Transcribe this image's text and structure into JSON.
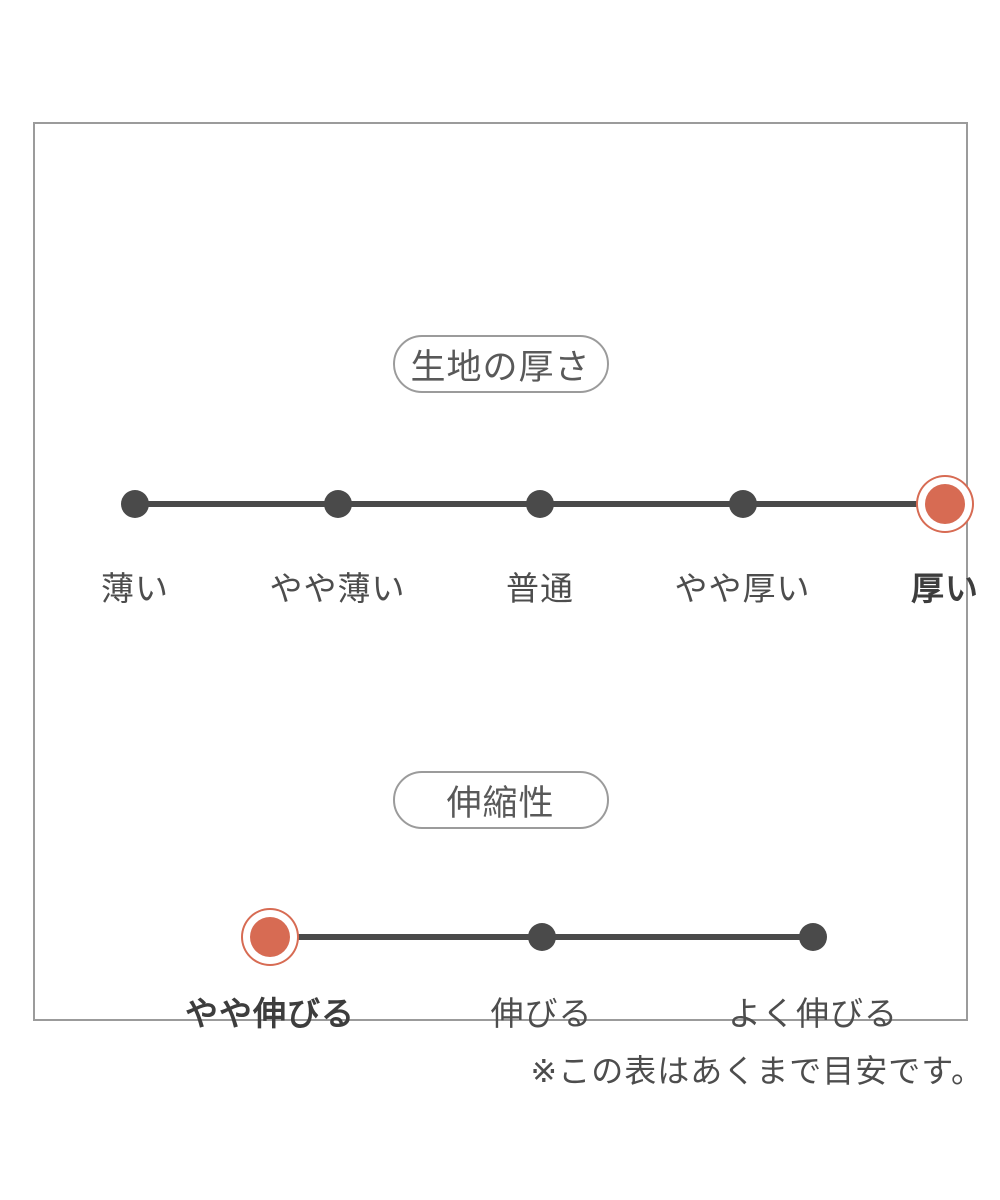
{
  "colors": {
    "accent": "#d76b53",
    "dot": "#4a4a4a",
    "border": "#9b9b9b",
    "title_text": "#595959",
    "label_text": "#4d4d4d",
    "selected_text": "#3d3d3d"
  },
  "sections": [
    {
      "title": "生地の厚さ",
      "points": [
        {
          "label": "薄い",
          "selected": false
        },
        {
          "label": "やや薄い",
          "selected": false
        },
        {
          "label": "普通",
          "selected": false
        },
        {
          "label": "やや厚い",
          "selected": false
        },
        {
          "label": "厚い",
          "selected": true
        }
      ]
    },
    {
      "title": "伸縮性",
      "points": [
        {
          "label": "やや伸びる",
          "selected": true
        },
        {
          "label": "伸びる",
          "selected": false
        },
        {
          "label": "よく伸びる",
          "selected": false
        }
      ]
    }
  ],
  "footer_note": "※この表はあくまで目安です。",
  "chart_data": [
    {
      "type": "line",
      "title": "生地の厚さ",
      "categories": [
        "薄い",
        "やや薄い",
        "普通",
        "やや厚い",
        "厚い"
      ],
      "selected": "厚い",
      "selected_index": 4,
      "values": [
        0,
        0,
        0,
        0,
        1
      ],
      "legend_position": "none",
      "grid": false
    },
    {
      "type": "line",
      "title": "伸縮性",
      "categories": [
        "やや伸びる",
        "伸びる",
        "よく伸びる"
      ],
      "selected": "やや伸びる",
      "selected_index": 0,
      "values": [
        1,
        0,
        0
      ],
      "legend_position": "none",
      "grid": false
    }
  ]
}
